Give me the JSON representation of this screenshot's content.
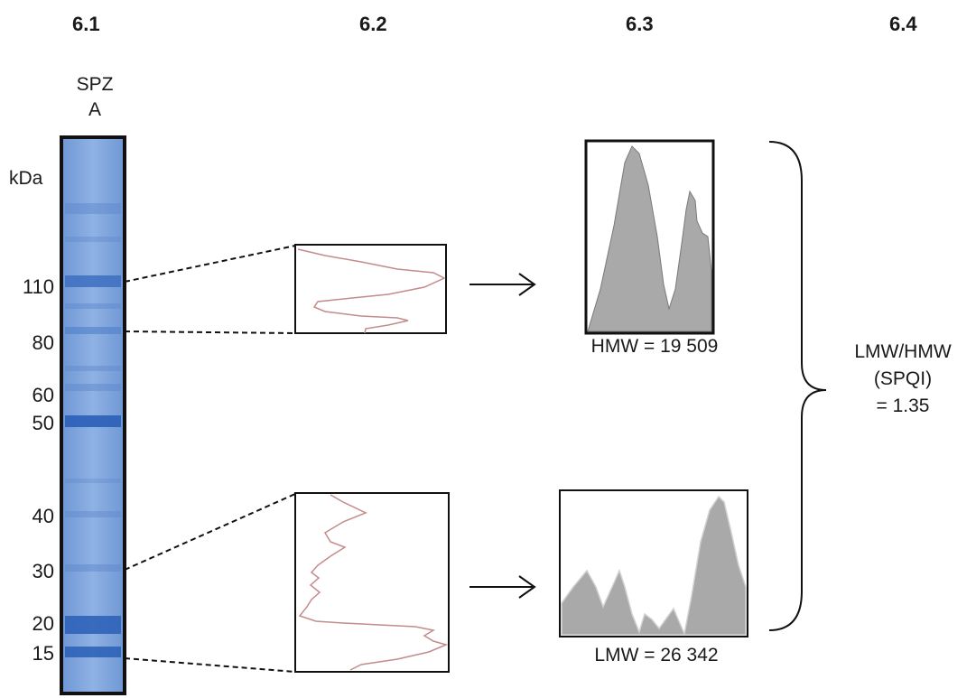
{
  "panel_labels": [
    "6.1",
    "6.2",
    "6.3",
    "6.4"
  ],
  "lane": {
    "label_line1": "SPZ",
    "label_line2": "A"
  },
  "unit_label": "kDa",
  "markers": [
    "110",
    "80",
    "60",
    "50",
    "40",
    "30",
    "20",
    "15"
  ],
  "hmw_label": "HMW = 19 509",
  "lmw_label": "LMW = 26 342",
  "ratio": {
    "line1": "LMW/HMW",
    "line2": "(SPQI)",
    "line3": "= 1.35"
  },
  "colors": {
    "gel": "#7fa6dc",
    "band": "#3d6fbf",
    "profile_line": "#c48b8b",
    "area_fill": "#a9a9a9"
  }
}
